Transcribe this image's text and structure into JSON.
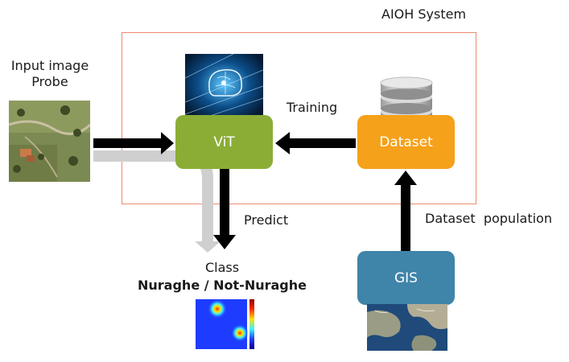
{
  "system": {
    "title": "AIOH System"
  },
  "input": {
    "line1": "Input image",
    "line2": "Probe"
  },
  "nodes": {
    "vit": "ViT",
    "dataset": "Dataset",
    "gis": "GIS"
  },
  "edges": {
    "training": "Training",
    "predict": "Predict",
    "population": "Dataset  population"
  },
  "output": {
    "class_label": "Class",
    "class_value": "Nuraghe / Not-Nuraghe"
  },
  "colors": {
    "vit": "#8bad36",
    "dataset": "#f5a11a",
    "gis": "#3f84a9",
    "system_border": "#ee8a6b",
    "arrow": "#000000",
    "ghost_arrow": "#cfcfcf"
  },
  "icons": {
    "brain": "brain-network-icon",
    "database": "database-icon",
    "heatmap": "heatmap-icon",
    "satellite": "satellite-map-icon",
    "aerial": "aerial-photo-icon"
  }
}
